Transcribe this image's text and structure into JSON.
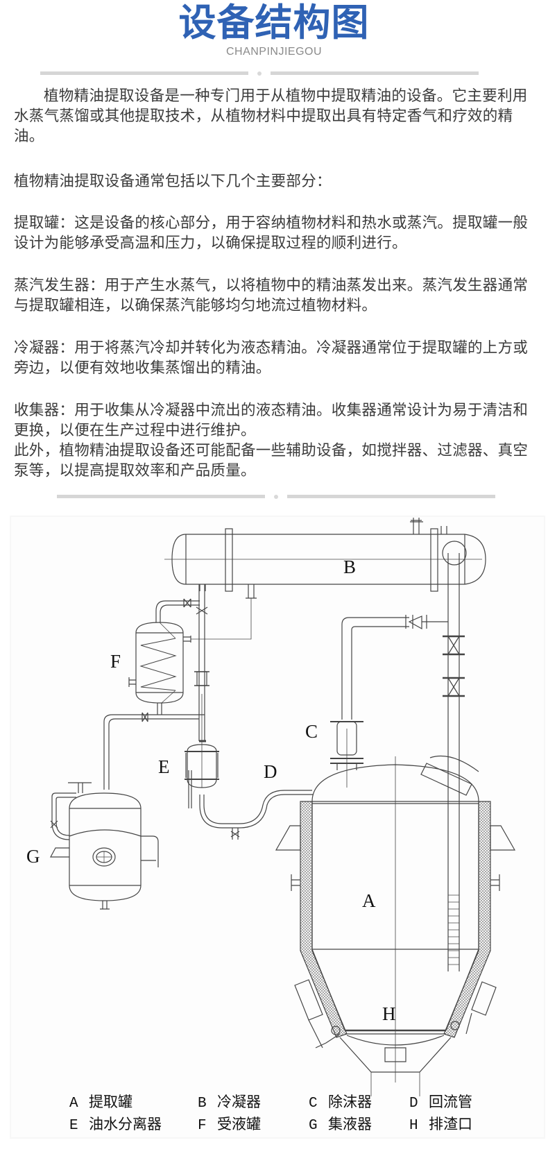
{
  "header": {
    "title": "设备结构图",
    "subtitle": "CHANPINJIEGOU",
    "title_color": "#2f62b4"
  },
  "paragraphs": [
    "植物精油提取设备是一种专门用于从植物中提取精油的设备。它主要利用水蒸气蒸馏或其他提取技术，从植物材料中提取出具有特定香气和疗效的精油。",
    "植物精油提取设备通常包括以下几个主要部分：",
    "提取罐：这是设备的核心部分，用于容纳植物材料和热水或蒸汽。提取罐一般设计为能够承受高温和压力，以确保提取过程的顺利进行。",
    "蒸汽发生器：用于产生水蒸气，以将植物中的精油蒸发出来。蒸汽发生器通常与提取罐相连，以确保蒸汽能够均匀地流过植物材料。",
    "冷凝器：用于将蒸汽冷却并转化为液态精油。冷凝器通常位于提取罐的上方或旁边，以便有效地收集蒸馏出的精油。",
    "收集器：用于收集从冷凝器中流出的液态精油。收集器通常设计为易于清洁和更换，以便在生产过程中进行维护。",
    "此外，植物精油提取设备还可能配备一些辅助设备，如搅拌器、过滤器、真空泵等，以提高提取效率和产品质量。"
  ],
  "diagram": {
    "labels": {
      "A": "A",
      "B": "B",
      "C": "C",
      "D": "D",
      "E": "E",
      "F": "F",
      "G": "G",
      "H": "H"
    },
    "legend": [
      [
        {
          "key": "A",
          "name": "提取罐"
        },
        {
          "key": "B",
          "name": "冷凝器"
        },
        {
          "key": "C",
          "name": "除沫器"
        },
        {
          "key": "D",
          "name": "回流管"
        }
      ],
      [
        {
          "key": "E",
          "name": "油水分离器"
        },
        {
          "key": "F",
          "name": "受液罐"
        },
        {
          "key": "G",
          "name": "集液器"
        },
        {
          "key": "H",
          "name": "排渣口"
        }
      ]
    ]
  }
}
